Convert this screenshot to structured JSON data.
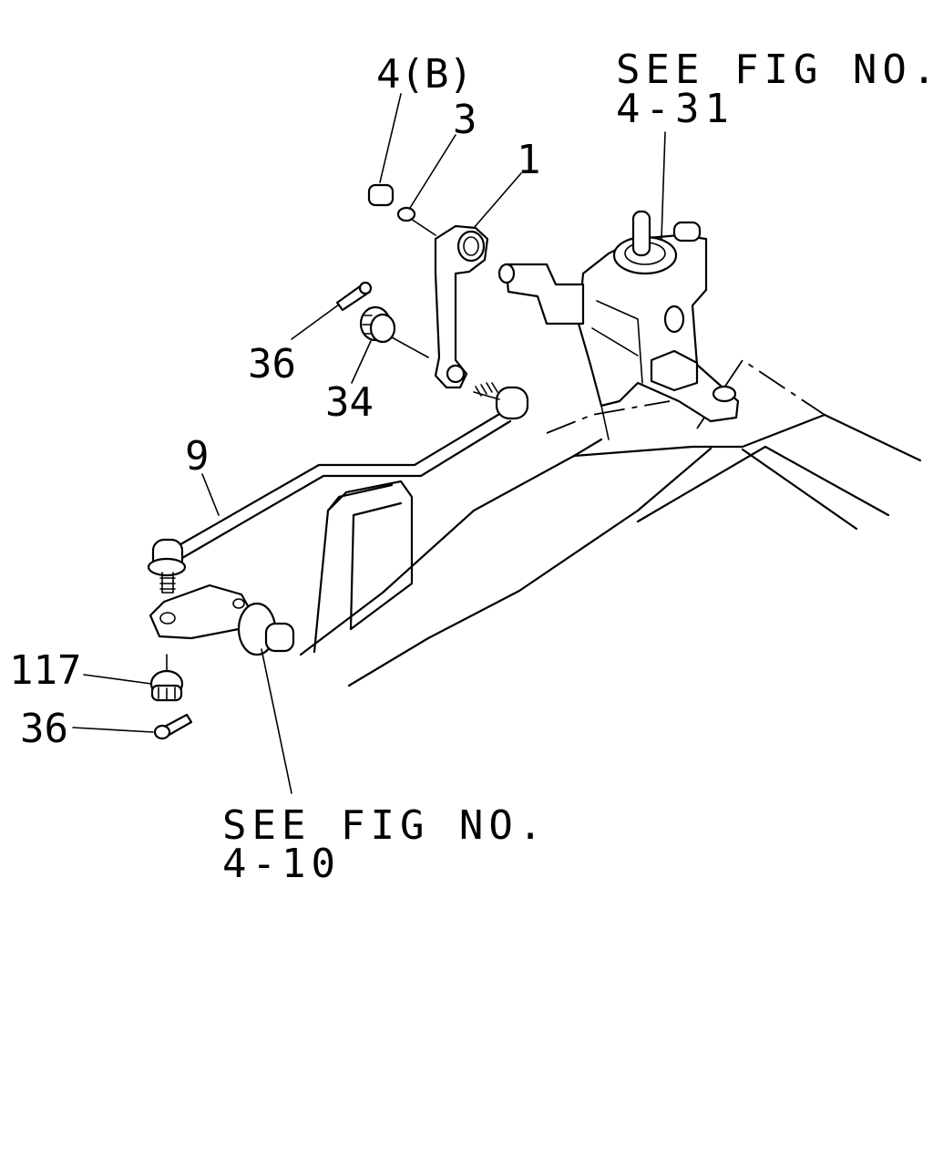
{
  "callouts": {
    "c4b": "4(B)",
    "c3": "3",
    "c1": "1",
    "c36_top": "36",
    "c34": "34",
    "c9": "9",
    "c117": "117",
    "c36_bottom": "36"
  },
  "references": {
    "gearbox_line1": "SEE FIG NO.",
    "gearbox_line2": "4-31",
    "knuckle_line1": "SEE FIG NO.",
    "knuckle_line2": "4-10"
  }
}
